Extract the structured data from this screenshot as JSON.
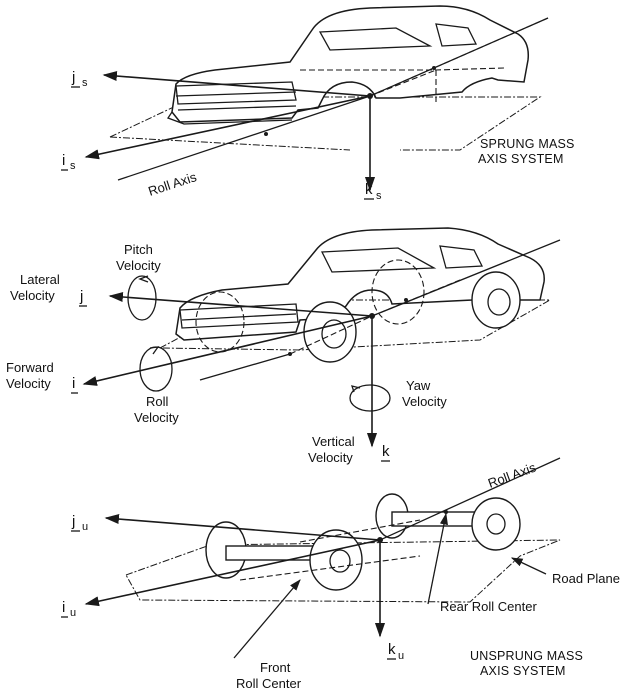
{
  "sprung": {
    "axis_j": "j",
    "axis_j_sub": "s",
    "axis_i": "i",
    "axis_i_sub": "s",
    "axis_k": "k",
    "axis_k_sub": "s",
    "roll_axis": "Roll Axis",
    "title_line1": "SPRUNG MASS",
    "title_line2": "AXIS SYSTEM"
  },
  "velocities": {
    "pitch_line1": "Pitch",
    "pitch_line2": "Velocity",
    "lateral_line1": "Lateral",
    "lateral_line2": "Velocity",
    "lateral_sym": "j",
    "forward_line1": "Forward",
    "forward_line2": "Velocity",
    "forward_sym": "i",
    "roll_line1": "Roll",
    "roll_line2": "Velocity",
    "yaw_line1": "Yaw",
    "yaw_line2": "Velocity",
    "vertical_line1": "Vertical",
    "vertical_line2": "Velocity",
    "vertical_sym": "k"
  },
  "unsprung": {
    "axis_j": "j",
    "axis_j_sub": "u",
    "axis_i": "i",
    "axis_i_sub": "u",
    "axis_k": "k",
    "axis_k_sub": "u",
    "roll_axis": "Roll Axis",
    "road_plane": "Road Plane",
    "rear_roll_center": "Rear Roll Center",
    "front_line1": "Front",
    "front_line2": "Roll Center",
    "title_line1": "UNSPRUNG MASS",
    "title_line2": "AXIS SYSTEM"
  }
}
